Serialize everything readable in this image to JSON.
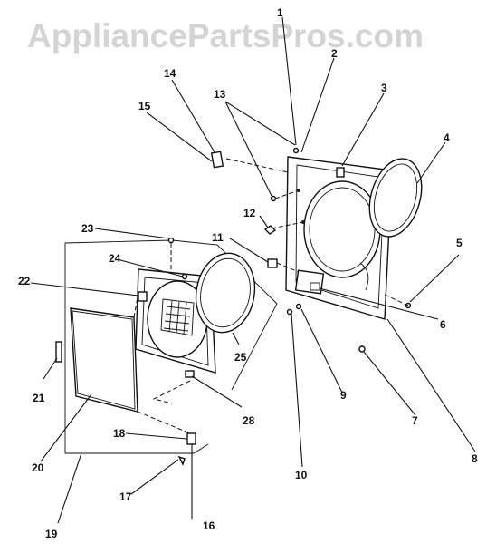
{
  "watermark": "AppliancePartsPros.com",
  "callouts": [
    "1",
    "2",
    "3",
    "4",
    "5",
    "6",
    "7",
    "8",
    "9",
    "10",
    "11",
    "12",
    "13",
    "14",
    "15",
    "16",
    "17",
    "18",
    "19",
    "20",
    "21",
    "22",
    "23",
    "24",
    "25",
    "28"
  ]
}
